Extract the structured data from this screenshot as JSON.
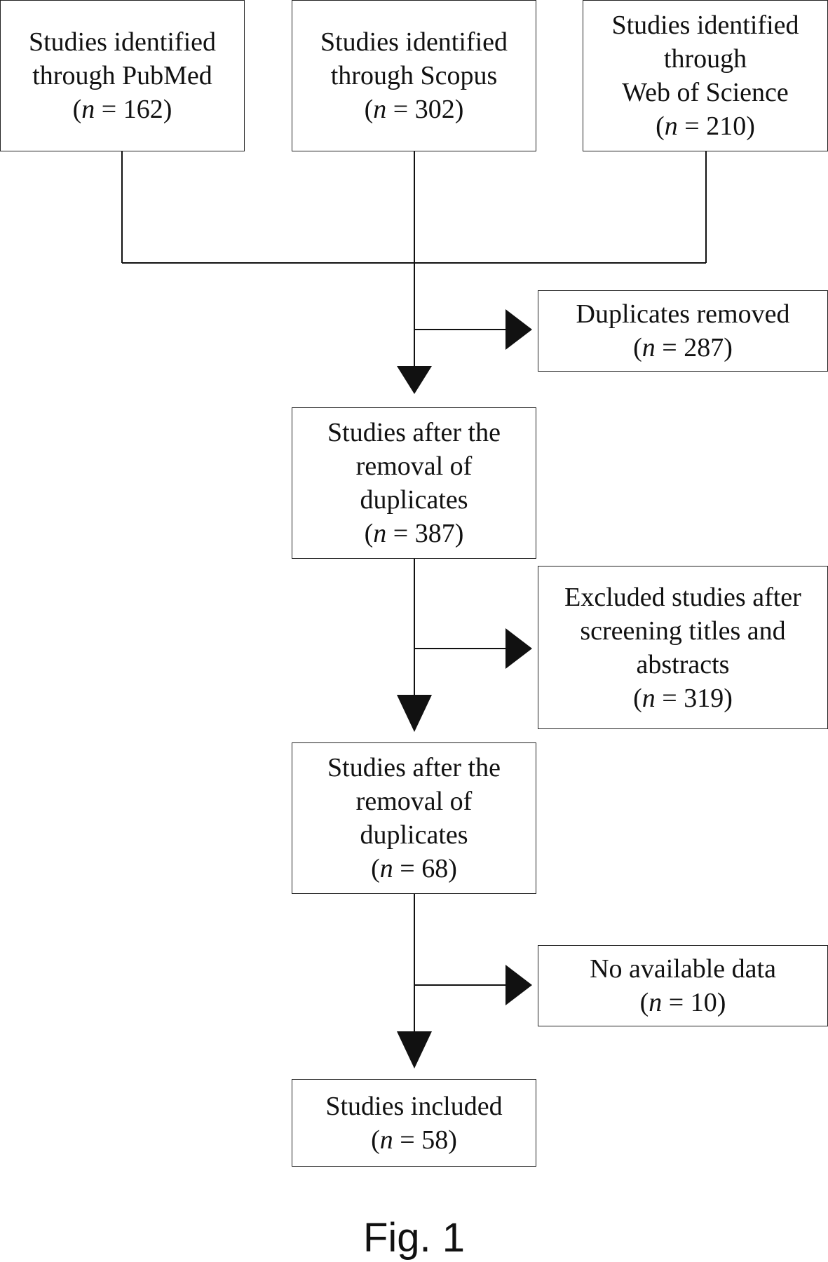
{
  "colors": {
    "line": "#111111",
    "text": "#111111",
    "background": "#ffffff"
  },
  "boxes": {
    "pubmed": {
      "lines": [
        "Studies identified",
        "through PubMed"
      ],
      "n_label": "n",
      "n_value": "162"
    },
    "scopus": {
      "lines": [
        "Studies identified",
        "through Scopus"
      ],
      "n_label": "n",
      "n_value": "302"
    },
    "wos": {
      "lines": [
        "Studies identified",
        "through",
        "Web of Science"
      ],
      "n_label": "n",
      "n_value": "210"
    },
    "duplicates_removed": {
      "lines": [
        "Duplicates removed"
      ],
      "n_label": "n",
      "n_value": "287"
    },
    "after_duplicates": {
      "lines": [
        "Studies after the",
        "removal of",
        "duplicates"
      ],
      "n_label": "n",
      "n_value": "387"
    },
    "excluded_screening": {
      "lines": [
        "Excluded studies after",
        "screening titles and",
        "abstracts"
      ],
      "n_label": "n",
      "n_value": "319"
    },
    "after_screening": {
      "lines": [
        "Studies after the",
        "removal of",
        "duplicates"
      ],
      "n_label": "n",
      "n_value": "68"
    },
    "no_data": {
      "lines": [
        "No available data"
      ],
      "n_label": "n",
      "n_value": "10"
    },
    "included": {
      "lines": [
        "Studies included"
      ],
      "n_label": "n",
      "n_value": "58"
    }
  },
  "caption": "Fig. 1"
}
